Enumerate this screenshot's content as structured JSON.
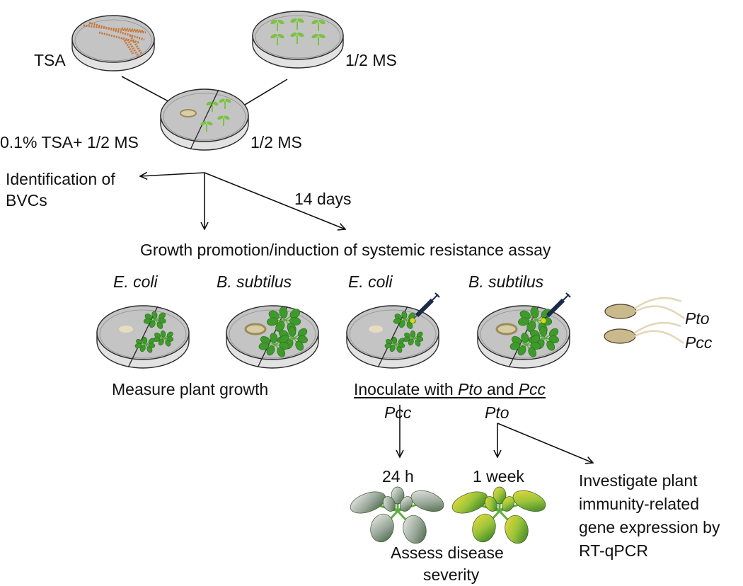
{
  "labels": {
    "tsa": "TSA",
    "half_ms_top": "1/2 MS",
    "tsa_ms": "0.1% TSA+ 1/2 MS",
    "half_ms_mid": "1/2 MS",
    "identification": "Identification of",
    "bvcs": "BVCs",
    "days14": "14 days",
    "assay": "Growth promotion/induction of systemic resistance assay",
    "ecoli_1": "E. coli",
    "bsub_1": "B. subtilus",
    "ecoli_2": "E. coli",
    "bsub_2": "B. subtilus",
    "pto_legend": "Pto",
    "pcc_legend": "Pcc",
    "measure": "Measure plant growth",
    "inoc_a": "Inoculate with ",
    "inoc_pto": "Pto",
    "inoc_and": " and ",
    "inoc_pcc": "Pcc",
    "branch_pcc": "Pcc",
    "branch_pto": "Pto",
    "h24": "24 h",
    "week1": "1 week",
    "investigate_1": "Investigate plant",
    "investigate_2": "immunity-related",
    "investigate_3": "gene expression by",
    "investigate_4": "RT-qPCR",
    "assess_1": "Assess disease",
    "assess_2": "severity"
  },
  "colors": {
    "medium": "#c4c4c4",
    "plate_side": "#e2e2e2",
    "outline": "#2b2b2b",
    "leaf": "#3f9a2c",
    "seedling": "#7cc243",
    "streak": "#c8773a",
    "bacteria": "#c9b98d",
    "colony_ring": "#9c8a59",
    "syringe": "#1b2c48",
    "droplet": "#e0d80b"
  }
}
